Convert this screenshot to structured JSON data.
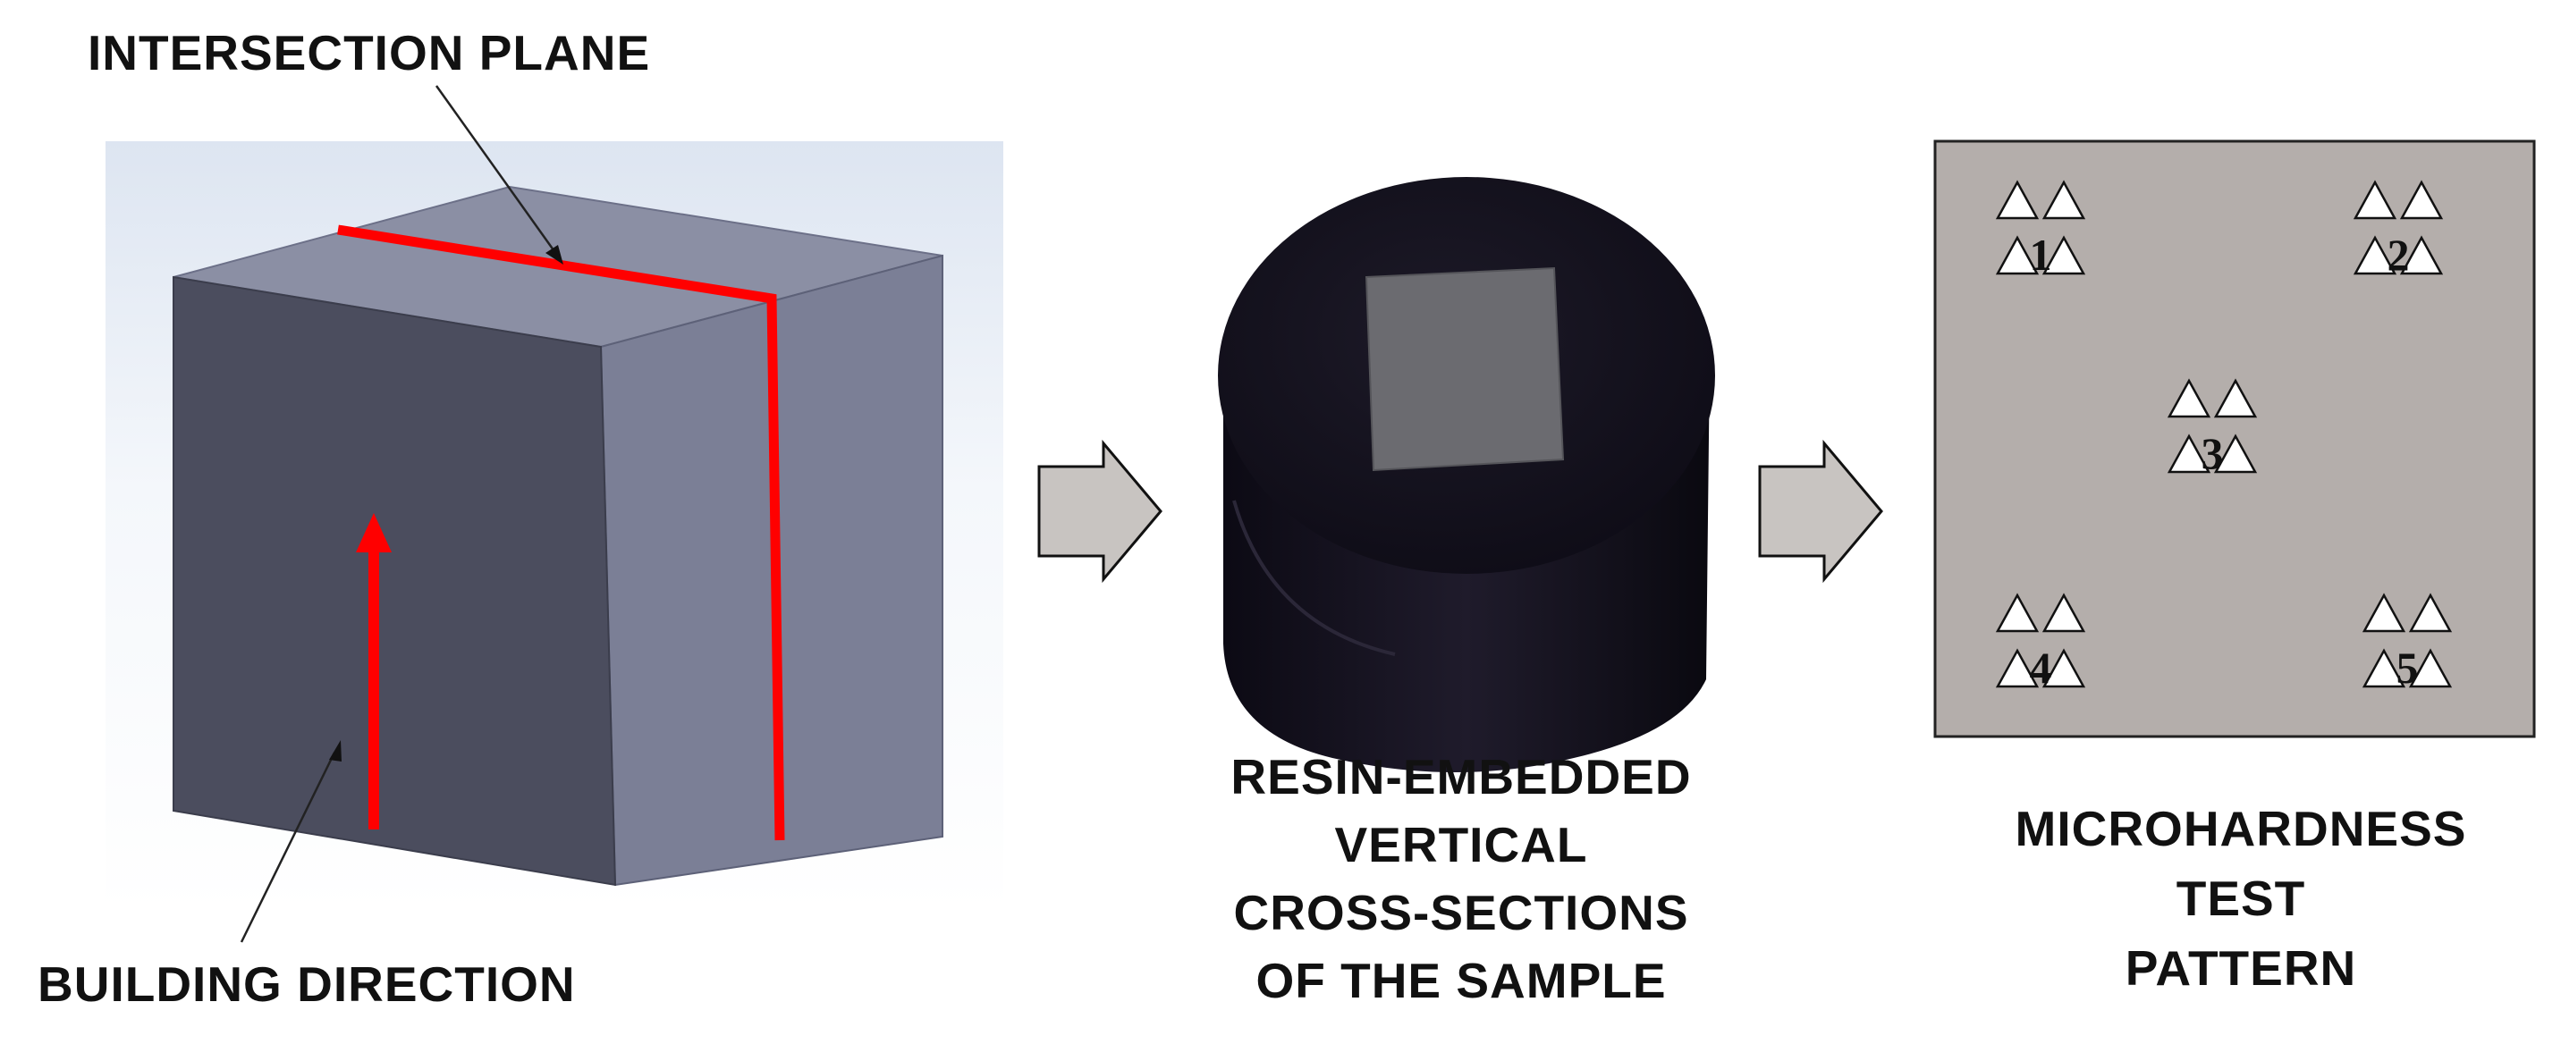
{
  "labels": {
    "intersection_plane": "INTERSECTION PLANE",
    "building_direction": "BUILDING DIRECTION",
    "resin_caption": [
      "RESIN-EMBEDDED",
      "VERTICAL",
      "CROSS-SECTIONS",
      "OF THE SAMPLE"
    ],
    "test_caption": [
      "MICROHARDNESS",
      "TEST",
      "PATTERN"
    ]
  },
  "indent_groups": [
    {
      "label": "1"
    },
    {
      "label": "2"
    },
    {
      "label": "3"
    },
    {
      "label": "4"
    },
    {
      "label": "5"
    }
  ],
  "colors": {
    "section_line": "#ff0000",
    "cube_front": "#4b4d5e",
    "cube_side": "#7b7f96",
    "cube_top": "#8b8fa4",
    "test_panel": "#b4aeab",
    "resin_body": "#15121f",
    "arrow_fill": "#c8c4c1"
  }
}
